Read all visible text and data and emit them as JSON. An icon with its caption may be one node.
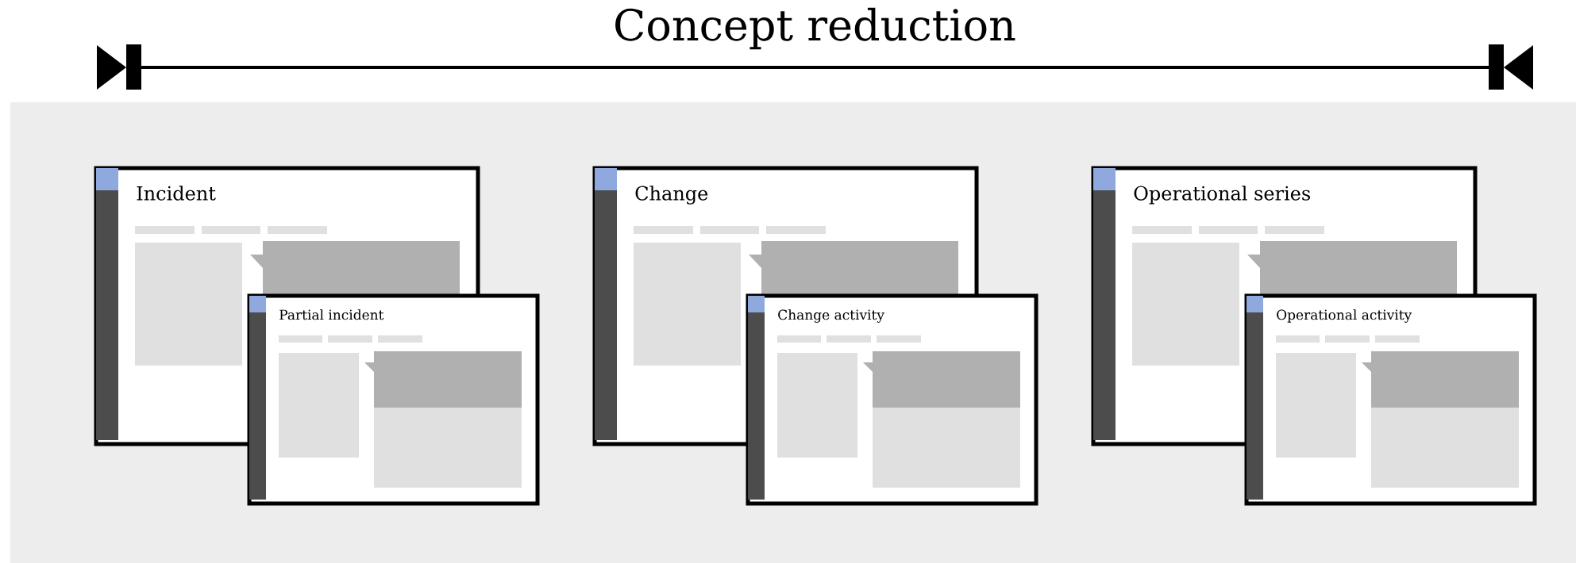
{
  "diagram": {
    "title": "Concept reduction",
    "nodes": [
      {
        "text": [
          "Incident"
        ]
      },
      {
        "text": [
          "Partial incident"
        ]
      },
      {
        "text": [
          "Change"
        ]
      },
      {
        "text": [
          "Change activity"
        ]
      },
      {
        "text": [
          "Operational series"
        ]
      },
      {
        "text": [
          "Operational activity"
        ]
      }
    ]
  }
}
